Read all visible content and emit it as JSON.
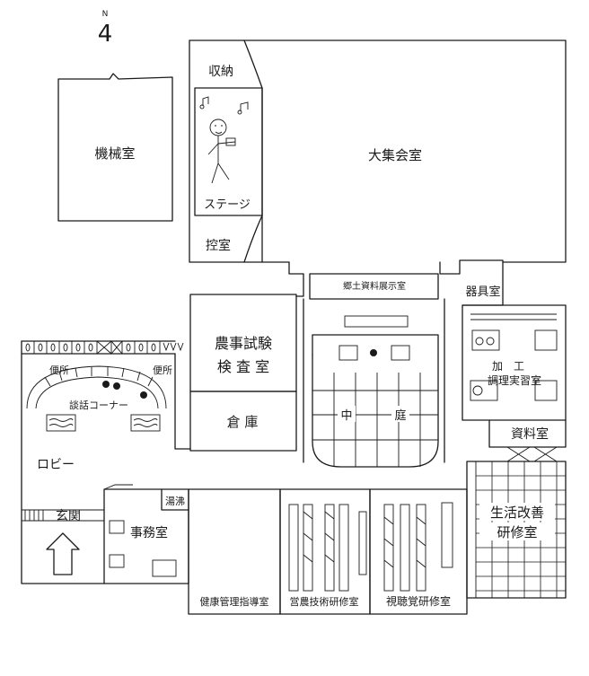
{
  "compass": {
    "north_mark": "N",
    "symbol": "4"
  },
  "rooms": {
    "storage_closet": "収納",
    "stage": "ステージ",
    "waiting_room": "控室",
    "machine_room": "機械室",
    "big_hall": "大集会室",
    "local_exhibition": "郷土資料展示室",
    "equipment_room": "器具室",
    "agri_test_1": "農事試験",
    "agri_test_2": "検 査 室",
    "warehouse": "倉 庫",
    "courtyard_1": "中",
    "courtyard_2": "庭",
    "processing_1": "加　工",
    "processing_2": "調理実習室",
    "materials_room": "資料室",
    "toilet_left": "便所",
    "toilet_right": "便所",
    "chat_corner": "談話コーナー",
    "lobby": "ロビー",
    "entrance": "玄関",
    "water_heater": "湯沸",
    "office": "事務室",
    "health_guidance": "健康管理指導室",
    "farm_tech_training": "営農技術研修室",
    "av_training": "視聴覚研修室",
    "life_improve_1": "生活改善",
    "life_improve_2": "研修室"
  }
}
